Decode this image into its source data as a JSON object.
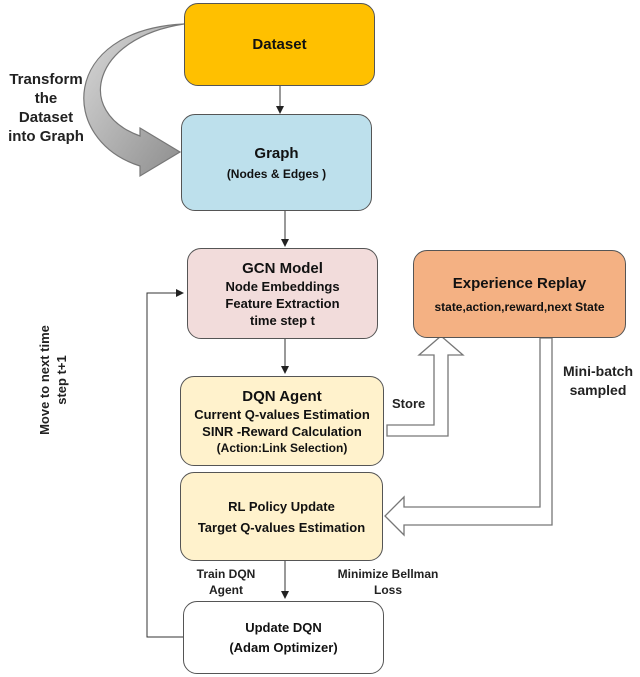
{
  "boxes": {
    "dataset": {
      "title": "Dataset"
    },
    "graph": {
      "title": "Graph",
      "subtitle": "(Nodes & Edges )"
    },
    "gcn": {
      "title": "GCN Model",
      "lines": [
        "Node Embeddings",
        "Feature Extraction",
        "time step t"
      ]
    },
    "replay": {
      "title": "Experience Replay",
      "subtitle": "state,action,reward,next State"
    },
    "dqn": {
      "title": "DQN Agent",
      "lines": [
        "Current Q-values Estimation",
        "SINR -Reward Calculation",
        "(Action:Link Selection)"
      ]
    },
    "policy": {
      "lines": [
        "RL Policy Update",
        "Target Q-values Estimation"
      ]
    },
    "update": {
      "lines": [
        "Update DQN",
        "(Adam Optimizer)"
      ]
    }
  },
  "labels": {
    "transform": [
      "Transform",
      "the",
      "Dataset",
      "into Graph"
    ],
    "move": [
      "Move to next time",
      "step t+1"
    ],
    "store": "Store",
    "minibatch": [
      "Mini-batch",
      "sampled"
    ],
    "train": [
      "Train DQN",
      "Agent"
    ],
    "minimize": [
      "Minimize Bellman",
      "Loss"
    ]
  },
  "colors": {
    "dataset": "#FFC000",
    "graph": "#BDE0EC",
    "gcn": "#F2DCDB",
    "replay": "#F4B183",
    "dqn": "#FFF2CC",
    "policy": "#FFF2CC",
    "update": "#FFFFFF"
  }
}
